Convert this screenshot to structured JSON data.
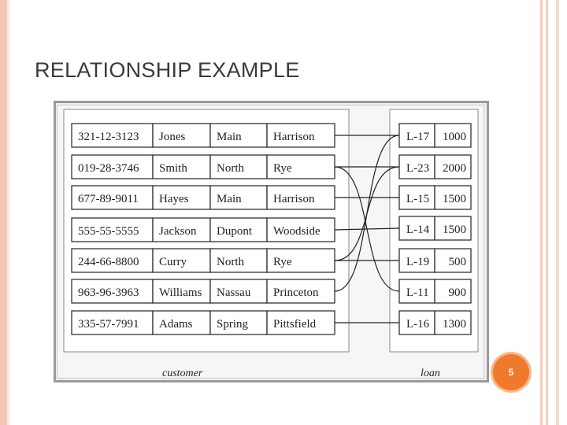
{
  "slide": {
    "title": "RELATIONSHIP EXAMPLE",
    "page_number": "5",
    "accent_color": "#f07a2b"
  },
  "customer": {
    "caption": "customer",
    "rows": [
      {
        "id": "321-12-3123",
        "name": "Jones",
        "street": "Main",
        "city": "Harrison"
      },
      {
        "id": "019-28-3746",
        "name": "Smith",
        "street": "North",
        "city": "Rye"
      },
      {
        "id": "677-89-9011",
        "name": "Hayes",
        "street": "Main",
        "city": "Harrison"
      },
      {
        "id": "555-55-5555",
        "name": "Jackson",
        "street": "Dupont",
        "city": "Woodside"
      },
      {
        "id": "244-66-8800",
        "name": "Curry",
        "street": "North",
        "city": "Rye"
      },
      {
        "id": "963-96-3963",
        "name": "Williams",
        "street": "Nassau",
        "city": "Princeton"
      },
      {
        "id": "335-57-7991",
        "name": "Adams",
        "street": "Spring",
        "city": "Pittsfield"
      }
    ]
  },
  "loan": {
    "caption": "loan",
    "rows": [
      {
        "loan_number": "L-17",
        "amount": "1000"
      },
      {
        "loan_number": "L-23",
        "amount": "2000"
      },
      {
        "loan_number": "L-15",
        "amount": "1500"
      },
      {
        "loan_number": "L-14",
        "amount": "1500"
      },
      {
        "loan_number": "L-19",
        "amount": "500"
      },
      {
        "loan_number": "L-11",
        "amount": "900"
      },
      {
        "loan_number": "L-16",
        "amount": "1300"
      }
    ]
  },
  "relationships": [
    {
      "customer": 0,
      "loan": 0
    },
    {
      "customer": 1,
      "loan": 1
    },
    {
      "customer": 1,
      "loan": 5
    },
    {
      "customer": 2,
      "loan": 2
    },
    {
      "customer": 3,
      "loan": 3
    },
    {
      "customer": 4,
      "loan": 4
    },
    {
      "customer": 4,
      "loan": 1
    },
    {
      "customer": 5,
      "loan": 0
    },
    {
      "customer": 6,
      "loan": 6
    }
  ]
}
